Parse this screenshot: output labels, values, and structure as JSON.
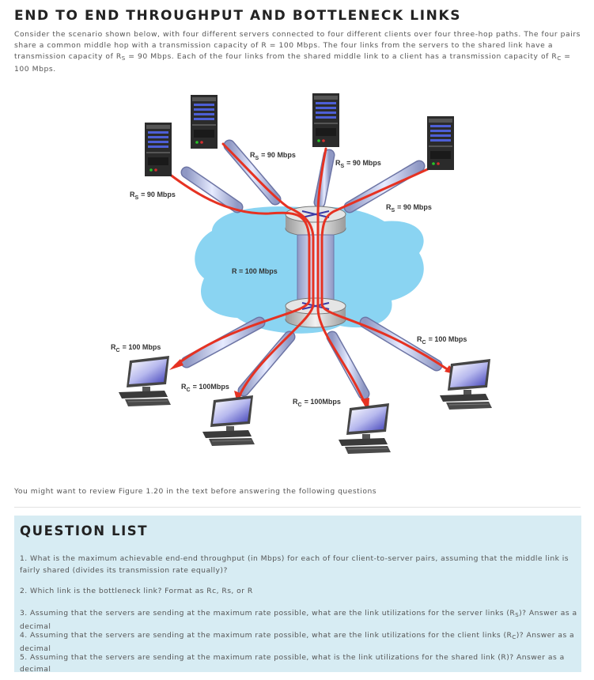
{
  "title": "END TO END THROUGHPUT AND BOTTLENECK LINKS",
  "intro": {
    "part1": "Consider the scenario shown below, with four different servers connected to four different clients over four three-hop paths. The four pairs share a common middle hop with a transmission capacity of R = 100 Mbps. The four links from the servers to the shared link have a transmission capacity of R",
    "sub1": "S",
    "part2": " = 90 Mbps. Each of the four links from the shared middle link to a client has a transmission capacity of R",
    "sub2": "C",
    "part3": " = 100 Mbps."
  },
  "figure": {
    "server_labels": [
      {
        "main": "R",
        "sub": "S",
        "rest": "= 90 Mbps"
      },
      {
        "main": "R",
        "sub": "S",
        "rest": "= 90 Mbps"
      },
      {
        "main": "R",
        "sub": "S",
        "rest": "= 90 Mbps"
      },
      {
        "main": "R",
        "sub": "S",
        "rest": "= 90 Mbps"
      }
    ],
    "middle_label": "R  =  100 Mbps",
    "client_labels": [
      {
        "main": "R",
        "sub": "C",
        "rest": "= 100 Mbps"
      },
      {
        "main": "R",
        "sub": "C",
        "rest": "= 100Mbps"
      },
      {
        "main": "R",
        "sub": "C",
        "rest": "= 100Mbps"
      },
      {
        "main": "R",
        "sub": "C",
        "rest": "= 100 Mbps"
      }
    ]
  },
  "review_text": "You might want to review Figure 1.20 in the text before answering the following questions",
  "questions": {
    "title": "QUESTION LIST",
    "items": [
      {
        "num": "1.",
        "text": "What is the maximum achievable end-end throughput (in Mbps) for each of four client-to-server pairs, assuming that the middle link is fairly shared (divides its transmission rate equally)?"
      },
      {
        "num": "2.",
        "text": "Which link is the bottleneck link? Format as Rc, Rs, or R"
      },
      {
        "num": "3.",
        "text": "Assuming that the servers are sending at the maximum rate possible, what are the link utilizations for the server links (R",
        "sub": "S",
        "tail": ")? Answer as a decimal"
      },
      {
        "num": "4.",
        "text": "Assuming that the servers are sending at the maximum rate possible, what are the link utilizations for the client links (R",
        "sub": "C",
        "tail": ")? Answer as a decimal"
      },
      {
        "num": "5.",
        "text": "Assuming that the servers are sending at the maximum rate possible, what is the link utilizations for the shared link (R)? Answer as a decimal"
      }
    ]
  },
  "colors": {
    "cloud": "#8ad4f2",
    "flow": "#e63222",
    "link_fill": "#b9c3e6",
    "panel": "#d7ecf3"
  }
}
